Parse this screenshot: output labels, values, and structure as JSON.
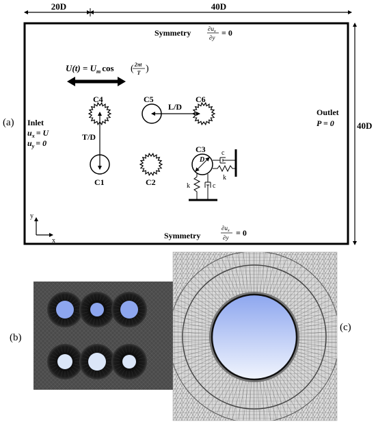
{
  "panel_a": {
    "tag": "(a)",
    "dim_top_left": "20D",
    "dim_top_right": "40D",
    "dim_right": "40D",
    "symmetry_top": {
      "word": "Symmetry",
      "num": "∂u",
      "sub": "x",
      "den": "∂y",
      "eq": "= 0"
    },
    "symmetry_bottom": {
      "word": "Symmetry",
      "num": "∂u",
      "sub": "x",
      "den": "∂y",
      "eq": "= 0"
    },
    "motion": {
      "lhs": "U(t) = U",
      "lhs_sub": "m",
      "cos": "cos",
      "num": "2πt",
      "den": "T"
    },
    "inlet": {
      "title": "Inlet",
      "ux": "u",
      "ux_sub": "x",
      "ux_val": "= U",
      "uy": "u",
      "uy_sub": "y",
      "uy_val": "= 0"
    },
    "outlet": {
      "title": "Outlet",
      "p": "P = 0"
    },
    "cylinders": [
      "C1",
      "C2",
      "C3",
      "C4",
      "C5",
      "C6"
    ],
    "spacing_vertical": "T/D",
    "spacing_horizontal": "L/D",
    "diameter": "D",
    "spring": "k",
    "damper": "c",
    "axis_x": "x",
    "axis_y": "y"
  },
  "panel_b": {
    "tag": "(b)"
  },
  "panel_c": {
    "tag": "(c)"
  },
  "colors": {
    "ink": "#000000",
    "mesh_dark": "#2b2b2b",
    "blue_top": "#8da6ef",
    "blue_light": "#dbe6f8"
  }
}
